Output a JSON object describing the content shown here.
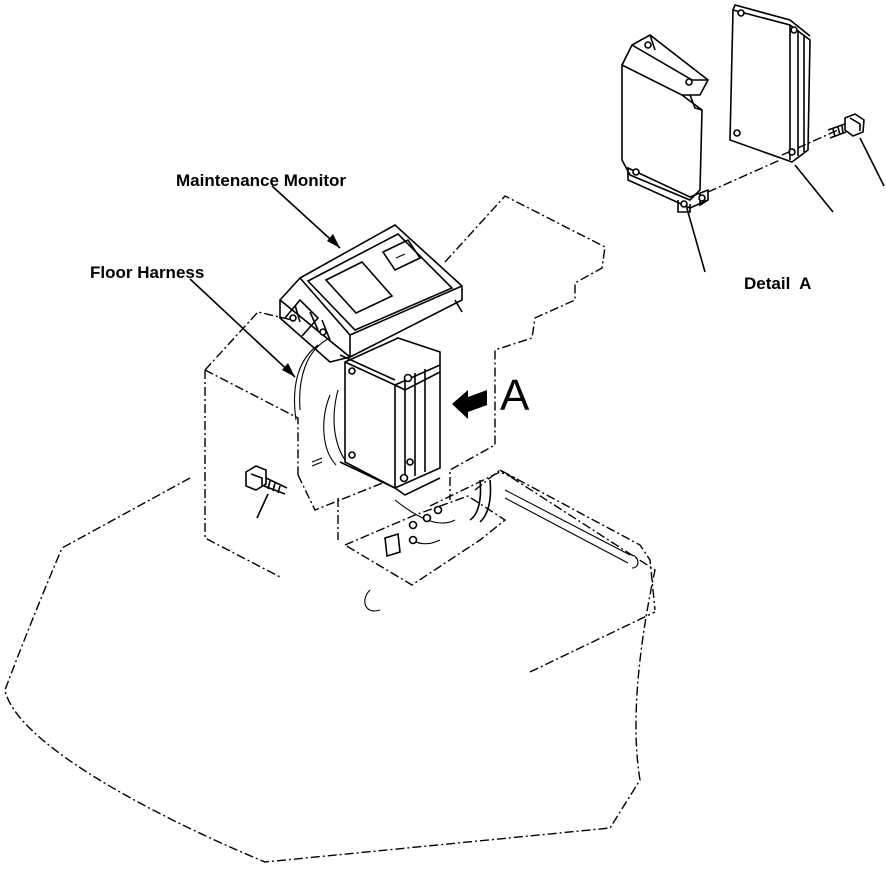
{
  "labels": {
    "maintenance_monitor": "Maintenance Monitor",
    "floor_harness": "Floor Harness",
    "view_marker": "A",
    "detail": "Detail  A"
  }
}
